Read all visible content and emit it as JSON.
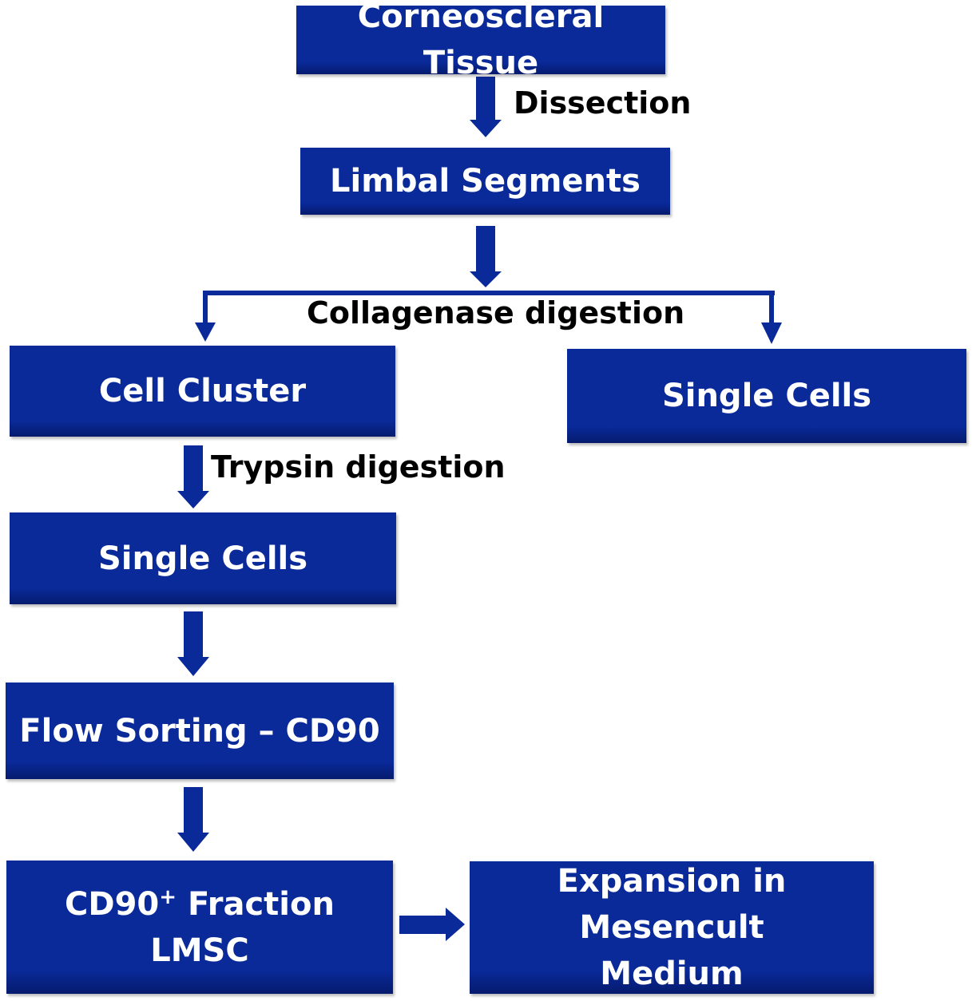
{
  "nodes": {
    "corneoscleral": "Corneoscleral Tissue",
    "limbal": "Limbal Segments",
    "cell_cluster": "Cell Cluster",
    "single_cells_right": "Single Cells",
    "single_cells_left": "Single Cells",
    "flow_sorting": "Flow Sorting – CD90",
    "cd90_fraction": {
      "prefix": "CD90",
      "sup": "+",
      "suffix": " Fraction",
      "line2": "LMSC"
    },
    "expansion": {
      "line1": "Expansion in Mesencult",
      "line2": "Medium"
    }
  },
  "edge_labels": {
    "dissection": "Dissection",
    "collagenase": "Collagenase digestion",
    "trypsin": "Trypsin digestion"
  },
  "colors": {
    "box_fill": "#0a2a9a",
    "arrow": "#0a2a9a",
    "text_on_box": "#ffffff",
    "edge_label": "#000000"
  }
}
